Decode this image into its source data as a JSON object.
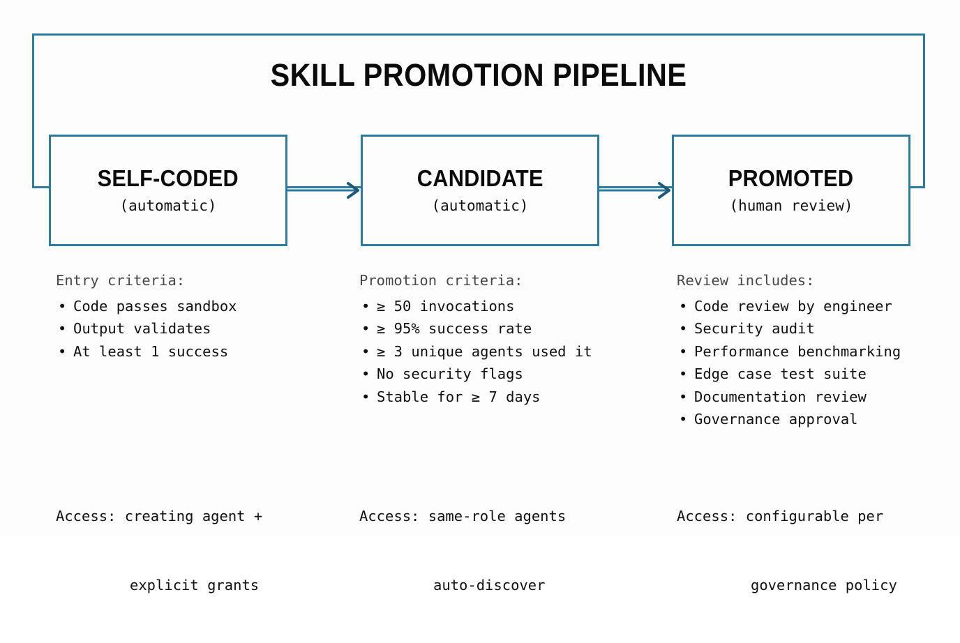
{
  "diagram": {
    "title": "SKILL PROMOTION PIPELINE",
    "accent_color": "#2C7BA0",
    "background_color": "#FDFDFD",
    "text_color": "#111111",
    "heading_color": "#474747",
    "stages": [
      {
        "name": "SELF-CODED",
        "mode": "(automatic)",
        "criteria_heading": "Entry criteria:",
        "criteria": [
          "Code passes sandbox",
          "Output validates",
          "At least 1 success"
        ],
        "access_line_1": "Access: creating agent +",
        "access_line_2": "explicit grants"
      },
      {
        "name": "CANDIDATE",
        "mode": "(automatic)",
        "criteria_heading": "Promotion criteria:",
        "criteria": [
          "≥ 50 invocations",
          "≥ 95% success rate",
          "≥ 3 unique agents used it",
          "No security flags",
          "Stable for ≥ 7 days"
        ],
        "access_line_1": "Access: same-role agents",
        "access_line_2": "auto-discover"
      },
      {
        "name": "PROMOTED",
        "mode": "(human review)",
        "criteria_heading": "Review includes:",
        "criteria": [
          "Code review by engineer",
          "Security audit",
          "Performance benchmarking",
          "Edge case test suite",
          "Documentation review",
          "Governance approval"
        ],
        "access_line_1": "Access: configurable per",
        "access_line_2": "governance policy"
      }
    ],
    "arrows": [
      {
        "from": "SELF-CODED",
        "to": "CANDIDATE"
      },
      {
        "from": "CANDIDATE",
        "to": "PROMOTED"
      }
    ],
    "bullet_glyph": "•"
  }
}
